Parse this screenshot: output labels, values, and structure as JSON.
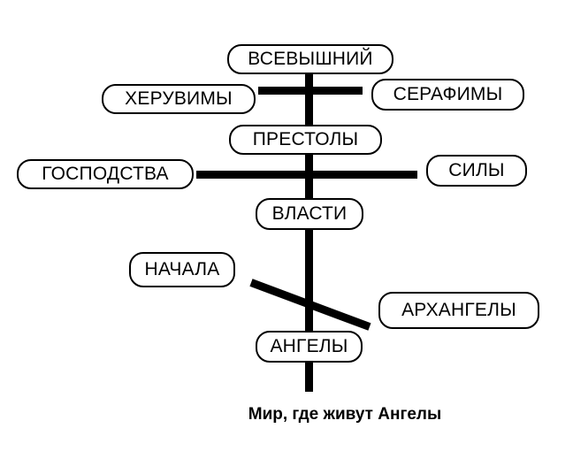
{
  "nodes": {
    "vsevyshny": "ВСЕВЫШНИЙ",
    "heruvimy": "ХЕРУВИМЫ",
    "serafimy": "СЕРАФИМЫ",
    "prestoly": "ПРЕСТОЛЫ",
    "gospodstva": "ГОСПОДСТВА",
    "sily": "СИЛЫ",
    "vlasti": "ВЛАСТИ",
    "nachala": "НАЧАЛА",
    "arhangely": "АРХАНГЕЛЫ",
    "angely": "АНГЕЛЫ"
  },
  "caption": "Мир, где живут Ангелы",
  "colors": {
    "line": "#000000",
    "node_border": "#000000",
    "background": "#ffffff"
  }
}
